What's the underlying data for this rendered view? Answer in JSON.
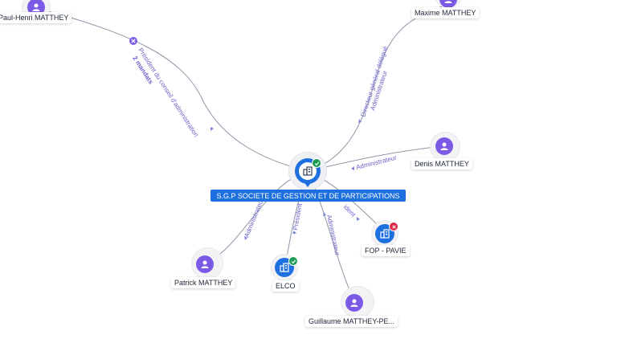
{
  "center_company": {
    "name": "S.G.P SOCIETE DE GESTION ET DE PARTICIPATIONS",
    "status": "active",
    "icon": "building-icon",
    "status_icon": "check-icon"
  },
  "people": [
    {
      "id": "paul-henri",
      "name": "Paul-Henri MATTHEY",
      "icon": "person-icon"
    },
    {
      "id": "maxime",
      "name": "Maxime MATTHEY",
      "icon": "person-icon"
    },
    {
      "id": "denis",
      "name": "Denis MATTHEY",
      "icon": "person-icon"
    },
    {
      "id": "patrick",
      "name": "Patrick MATTHEY",
      "icon": "person-icon"
    },
    {
      "id": "guillaume",
      "name": "Guillaume MATTHEY-PE...",
      "icon": "person-icon"
    }
  ],
  "companies": [
    {
      "id": "elco",
      "name": "ELCO",
      "status": "active",
      "icon": "building-icon",
      "status_icon": "check-icon"
    },
    {
      "id": "fop",
      "name": "FOP - PAVIE",
      "status": "closed",
      "icon": "building-icon",
      "status_icon": "cross-icon"
    }
  ],
  "relations": {
    "paul_henri": {
      "role": "Président du conseil d'administration",
      "mandates": "2 mandats",
      "mandate_icon": "cross-icon"
    },
    "maxime": {
      "role1": "Directeur général délégué",
      "role2": "Administrateur"
    },
    "denis": {
      "role": "Administrateur"
    },
    "patrick": {
      "role": "Administrateur"
    },
    "elco": {
      "role": "Président"
    },
    "guillaume": {
      "role": "Administrateur"
    },
    "fop": {
      "role": "ident"
    }
  },
  "colors": {
    "company_blue": "#1e6fe0",
    "person_purple": "#7b5be6",
    "edge_label_purple": "#6c63c9",
    "active_green": "#1f9d55",
    "closed_red": "#e0284a"
  }
}
